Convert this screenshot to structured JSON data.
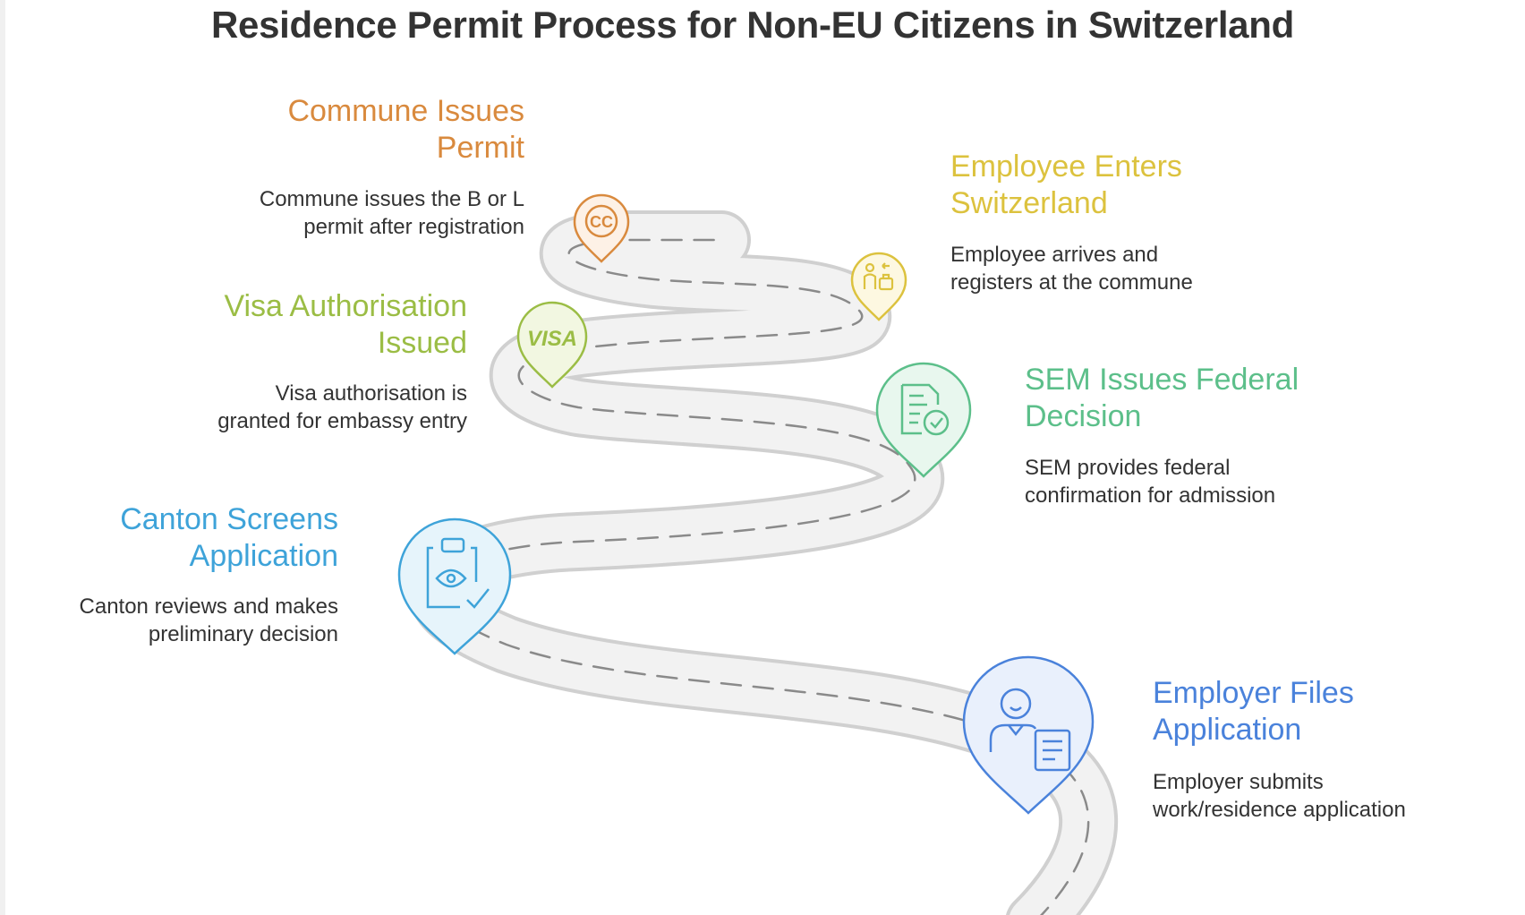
{
  "title": "Residence Permit Process for Non-EU Citizens in Switzerland",
  "steps": [
    {
      "title_line1": "Commune Issues",
      "title_line2": "Permit",
      "desc_line1": "Commune issues the B or L",
      "desc_line2": "permit after registration",
      "color": "#d98a3e",
      "icon": "cc-icon"
    },
    {
      "title_line1": "Employee Enters",
      "title_line2": "Switzerland",
      "desc_line1": "Employee arrives and",
      "desc_line2": "registers at the commune",
      "color": "#dcc23e",
      "icon": "traveler-luggage-icon"
    },
    {
      "title_line1": "Visa Authorisation",
      "title_line2": "Issued",
      "desc_line1": "Visa authorisation is",
      "desc_line2": "granted for embassy entry",
      "color": "#9bbd45",
      "icon": "visa-icon",
      "icon_text": "VISA"
    },
    {
      "title_line1": "SEM Issues Federal",
      "title_line2": "Decision",
      "desc_line1": "SEM provides federal",
      "desc_line2": "confirmation for admission",
      "color": "#5cbf8a",
      "icon": "document-check-icon"
    },
    {
      "title_line1": "Canton Screens",
      "title_line2": "Application",
      "desc_line1": "Canton reviews and makes",
      "desc_line2": "preliminary decision",
      "color": "#3ea3d9",
      "icon": "clipboard-eye-icon"
    },
    {
      "title_line1": "Employer Files",
      "title_line2": "Application",
      "desc_line1": "Employer submits",
      "desc_line2": "work/residence application",
      "color": "#4a82db",
      "icon": "person-document-icon"
    }
  ]
}
